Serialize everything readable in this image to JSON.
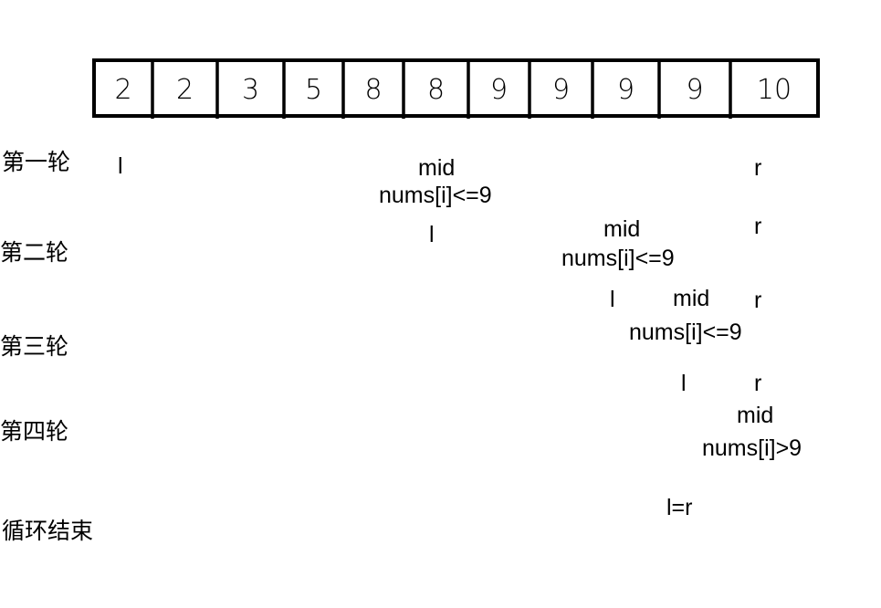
{
  "array": [
    "2",
    "2",
    "3",
    "5",
    "8",
    "8",
    "9",
    "9",
    "9",
    "9",
    "10"
  ],
  "rounds": [
    {
      "label": "第一轮",
      "markers": {
        "l": "l",
        "mid": "mid",
        "r": "r",
        "compare": "nums[i]<=9"
      }
    },
    {
      "label": "第二轮",
      "markers": {
        "l": "l",
        "mid": "mid",
        "r": "r",
        "compare": "nums[i]<=9"
      }
    },
    {
      "label": "第三轮",
      "markers": {
        "l": "l",
        "mid": "mid",
        "r": "r",
        "compare": "nums[i]<=9"
      }
    },
    {
      "label": "第四轮",
      "markers": {
        "l": "l",
        "mid": "mid",
        "r": "r",
        "compare": "nums[i]>9"
      }
    }
  ],
  "end": {
    "label": "循环结束",
    "marker": "l=r"
  }
}
